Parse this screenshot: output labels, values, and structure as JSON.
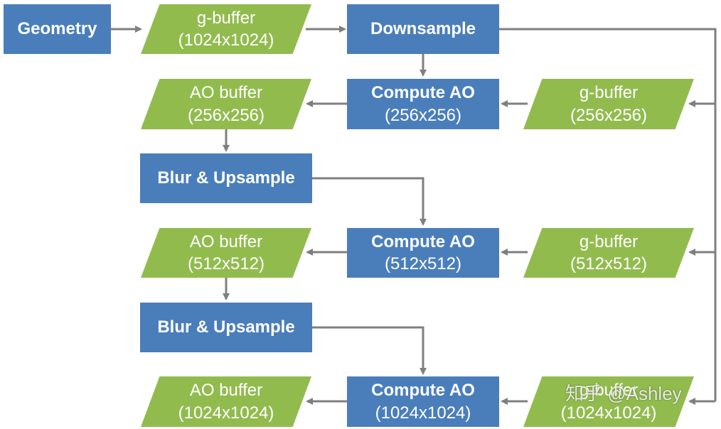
{
  "colors": {
    "process": "#4a7ebb",
    "data": "#92bb4e",
    "arrow": "#7f7f7f"
  },
  "nodes": {
    "geometry": {
      "line1": "Geometry",
      "line2": ""
    },
    "gbuffer_1024_top": {
      "line1": "g-buffer",
      "line2": "(1024x1024)"
    },
    "downsample": {
      "line1": "Downsample",
      "line2": ""
    },
    "ao_buffer_256": {
      "line1": "AO buffer",
      "line2": "(256x256)"
    },
    "compute_ao_256": {
      "line1": "Compute AO",
      "line2": "(256x256)"
    },
    "gbuffer_256": {
      "line1": "g-buffer",
      "line2": "(256x256)"
    },
    "blur_upsample_1": {
      "line1": "Blur & Upsample",
      "line2": ""
    },
    "ao_buffer_512": {
      "line1": "AO buffer",
      "line2": "(512x512)"
    },
    "compute_ao_512": {
      "line1": "Compute AO",
      "line2": "(512x512)"
    },
    "gbuffer_512": {
      "line1": "g-buffer",
      "line2": "(512x512)"
    },
    "blur_upsample_2": {
      "line1": "Blur & Upsample",
      "line2": ""
    },
    "ao_buffer_1024": {
      "line1": "AO buffer",
      "line2": "(1024x1024)"
    },
    "compute_ao_1024": {
      "line1": "Compute AO",
      "line2": "(1024x1024)"
    },
    "gbuffer_1024_bottom": {
      "line1": "g-buffer",
      "line2": "(1024x1024)"
    }
  },
  "watermark": "知乎 @Ashley"
}
